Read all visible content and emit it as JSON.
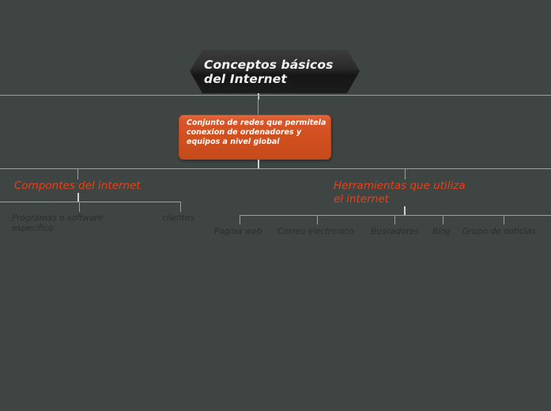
{
  "diagram": {
    "title": "Conceptos básicos\ndel Internet",
    "definition": "Conjunto de redes que permitela conexion de ordenadores y equipos a nivel global",
    "branches": [
      {
        "label": "Compontes del internet",
        "children": [
          {
            "label": "Programas o software\nespecífico"
          },
          {
            "label": "clientes"
          }
        ]
      },
      {
        "label": "Herramientas que utiliza\nel internet",
        "children": [
          {
            "label": "Pagina web"
          },
          {
            "label": "Correo electronico"
          },
          {
            "label": "Buscadores"
          },
          {
            "label": "Blog"
          },
          {
            "label": "Grupo de noticias"
          }
        ]
      }
    ],
    "colors": {
      "background": "#3e4543",
      "accent_orange": "#e8411a",
      "node_orange": "#d2501f",
      "connector": "#9aa09d",
      "title_text": "#f2f2f2",
      "leaf_text": "#2b2f2e"
    }
  }
}
